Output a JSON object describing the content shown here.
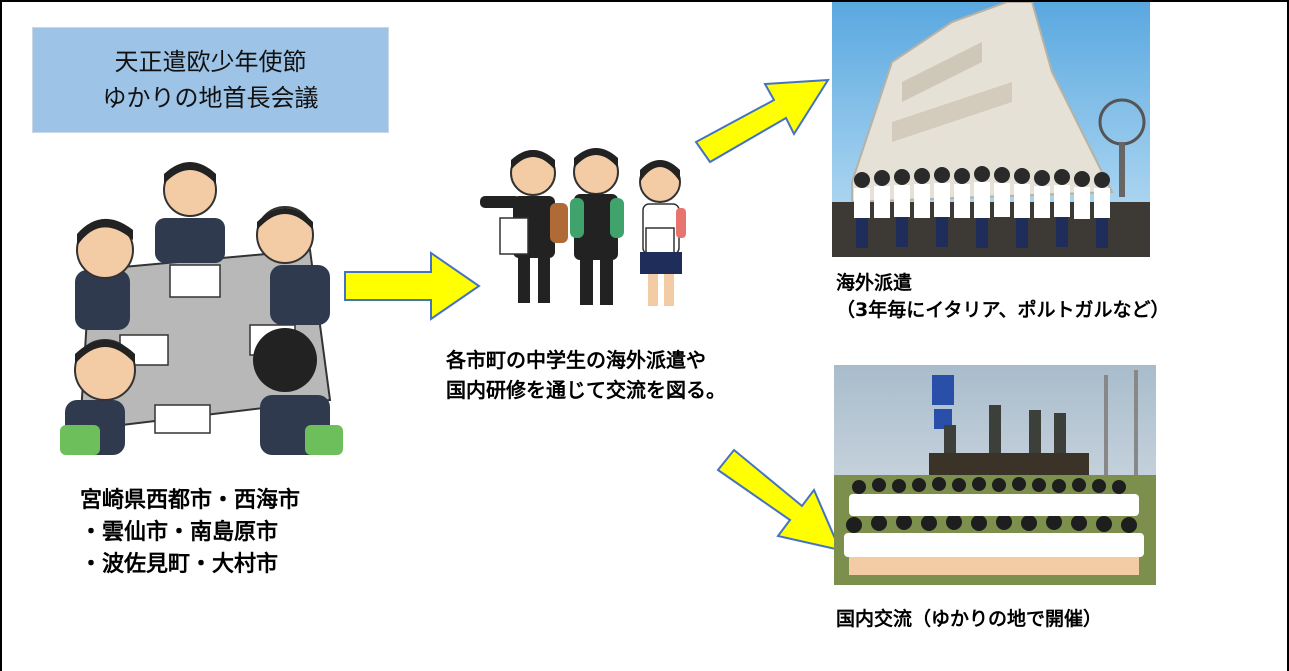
{
  "title_box": {
    "line1": "天正遣欧少年使節",
    "line2": "ゆかりの地首長会議"
  },
  "cities_label": {
    "line1": "宮崎県西都市・西海市",
    "line2": "・雲仙市・南島原市",
    "line3": "・波佐見町・大村市"
  },
  "students_caption": {
    "line1": "各市町の中学生の海外派遣や",
    "line2": "国内研修を通じて交流を図る。"
  },
  "overseas": {
    "line1": "海外派遣",
    "line2": "（3年毎にイタリア、ポルトガルなど）"
  },
  "domestic": {
    "label": "国内交流（ゆかりの地で開催）"
  },
  "icons": [
    "meeting-illustration",
    "students-illustration",
    "monument-photo",
    "group-photo",
    "arrow-icon"
  ],
  "colors": {
    "arrow_fill": "#ffff00",
    "arrow_stroke": "#4472c4",
    "title_box_bg": "#9dc3e6",
    "frame": "#000000"
  }
}
